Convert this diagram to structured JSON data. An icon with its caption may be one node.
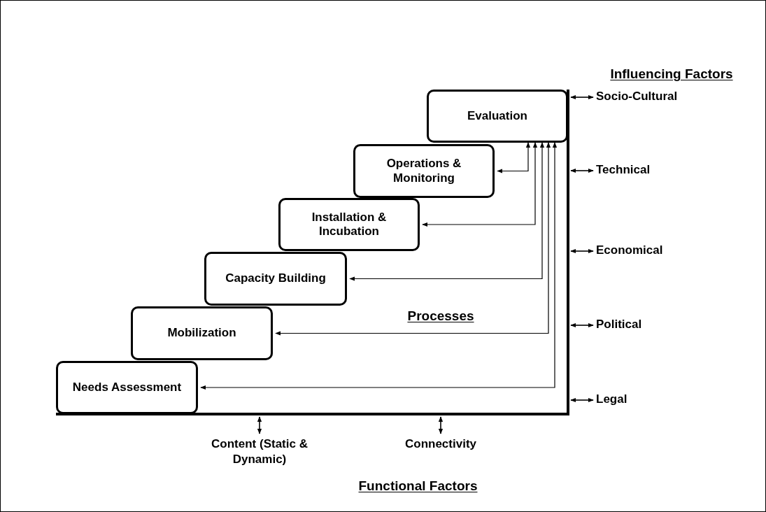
{
  "diagram": {
    "nodes": [
      {
        "text": [],
        "shape": "box"
      },
      {
        "text": [
          "Evaluation"
        ],
        "in": 0
      },
      {
        "text": [
          "Operations & Monitoring"
        ],
        "in": 0
      },
      {
        "text": [
          "Installation & Incubation"
        ],
        "in": 0
      },
      {
        "text": [
          "Capacity Building"
        ],
        "in": 0
      },
      {
        "text": [
          "Mobilization"
        ],
        "in": 0
      },
      {
        "text": [
          "Needs Assessment"
        ],
        "in": 0
      },
      {
        "text": [
          "Socio-Cultural"
        ]
      },
      {
        "text": [
          "Technical"
        ]
      },
      {
        "text": [
          "Economical"
        ]
      },
      {
        "text": [
          "Political"
        ]
      },
      {
        "text": [
          "Legal"
        ]
      },
      {
        "text": [
          "Content (Static & Dynamic)"
        ]
      },
      {
        "text": [
          "Connectivity"
        ]
      }
    ],
    "edges": [
      {
        "from": 1,
        "to": 2,
        "arrow": "both"
      },
      {
        "from": 1,
        "to": 3,
        "arrow": "both"
      },
      {
        "from": 1,
        "to": 4,
        "arrow": "both"
      },
      {
        "from": 1,
        "to": 5,
        "arrow": "both"
      },
      {
        "from": 1,
        "to": 6,
        "arrow": "both"
      },
      {
        "from": 0,
        "to": 7,
        "arrow": "both"
      },
      {
        "from": 0,
        "to": 8,
        "arrow": "both"
      },
      {
        "from": 0,
        "to": 9,
        "arrow": "both"
      },
      {
        "from": 0,
        "to": 10,
        "arrow": "both"
      },
      {
        "from": 0,
        "to": 11,
        "arrow": "both"
      },
      {
        "from": 0,
        "to": 12,
        "arrow": "both"
      },
      {
        "from": 0,
        "to": 13,
        "arrow": "both"
      }
    ],
    "labels": [
      "Influencing Factors",
      "Processes",
      "Functional Factors"
    ]
  }
}
